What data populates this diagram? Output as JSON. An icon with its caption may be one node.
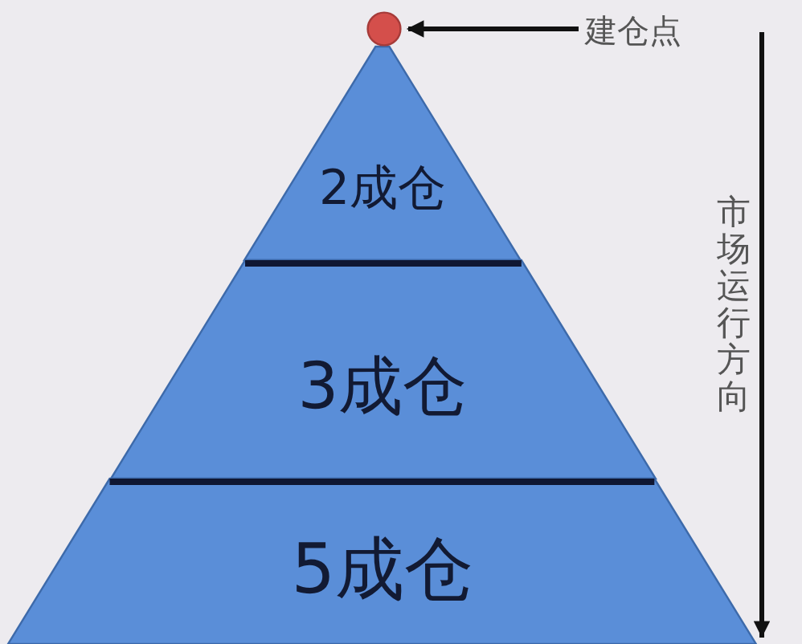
{
  "diagram": {
    "nodes": [
      {
        "text": [],
        "shape": "circle"
      },
      {
        "text": [
          "建仓点"
        ]
      },
      {
        "text": [
          "2成仓"
        ]
      },
      {
        "text": [
          "3成仓"
        ]
      },
      {
        "text": [
          "5成仓"
        ]
      }
    ],
    "edges": [
      {
        "from": 1,
        "to": 0,
        "arrow": "to"
      }
    ],
    "labels": [
      "市场运行方向"
    ]
  }
}
